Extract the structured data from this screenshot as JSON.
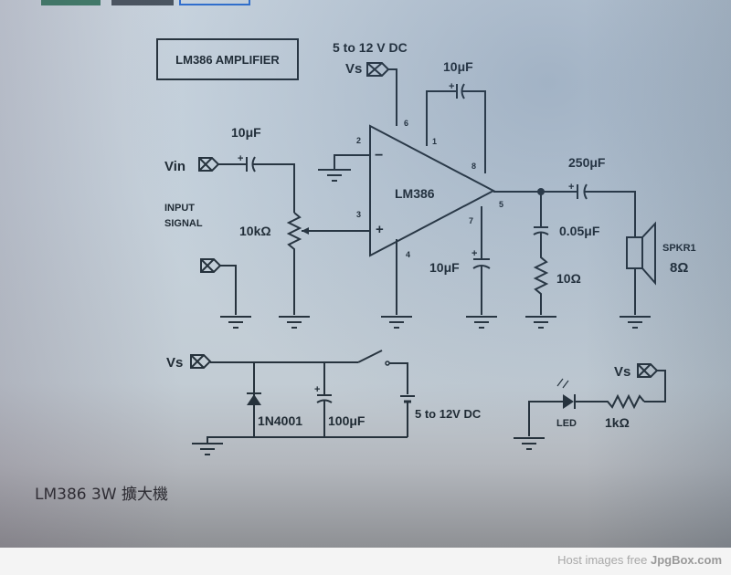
{
  "title_box": "LM386 AMPLIFIER",
  "supply_top": {
    "label": "5 to 12 V DC",
    "net": "Vs"
  },
  "ic": {
    "name": "LM386",
    "pins": {
      "p1": "1",
      "p2": "2",
      "p3": "3",
      "p4": "4",
      "p5": "5",
      "p6": "6",
      "p7": "7",
      "p8": "8"
    },
    "minus": "−",
    "plus": "+"
  },
  "components": {
    "c_gain": "10μF",
    "c_in": "10μF",
    "vin": "Vin",
    "input_label_1": "INPUT",
    "input_label_2": "SIGNAL",
    "pot": "10kΩ",
    "c_bypass": "10μF",
    "c_zobel": "0.05μF",
    "r_zobel": "10Ω",
    "c_out": "250μF",
    "speaker_name": "SPKR1",
    "speaker_imp": "8Ω"
  },
  "power": {
    "vs": "Vs",
    "diode": "1N4001",
    "cap": "100μF",
    "battery": "5 to 12V DC"
  },
  "led_circuit": {
    "vs": "Vs",
    "led": "LED",
    "resistor": "1kΩ"
  },
  "caption": "LM386 3W 擴大機",
  "footer": {
    "text": "Host images free ",
    "brand": "JpgBox.com"
  },
  "colors": {
    "ink": "#26323c",
    "screen_bg": "#c7d3dd",
    "footer_bg": "#f4f4f4"
  }
}
